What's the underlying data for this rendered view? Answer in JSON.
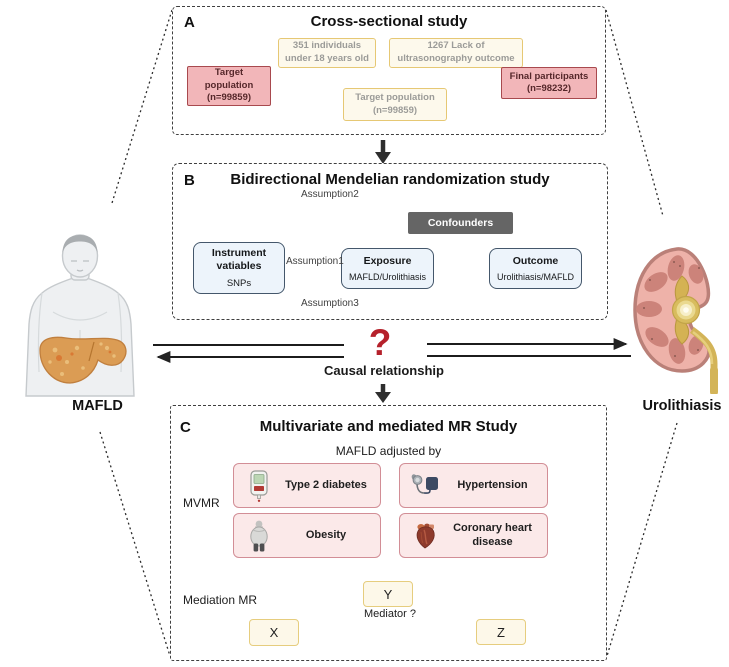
{
  "figure": {
    "left_organ_label": "MAFLD",
    "right_organ_label": "Urolithiasis",
    "question_mark": "?",
    "causal_caption": "Causal relationship"
  },
  "panel_a": {
    "letter": "A",
    "title": "Cross-sectional study",
    "target_box": "Target\npopulation\n(n=99859)",
    "exclusion_box_1": "351 individuals\nunder 18 years old",
    "exclusion_box_2": "1267 Lack of\nultrasonography outcome",
    "middle_box": "Target population\n(n=99859)",
    "final_box": "Final participants\n(n=98232)"
  },
  "panel_b": {
    "letter": "B",
    "title": "Bidirectional Mendelian randomization study",
    "instrument_title": "Instrument\nvatiables",
    "instrument_sub": "SNPs",
    "exposure_title": "Exposure",
    "exposure_sub": "MAFLD/Urolithiasis",
    "outcome_title": "Outcome",
    "outcome_sub": "Urolithiasis/MAFLD",
    "confounders": "Confounders",
    "assumption1": "Assumption1",
    "assumption2": "Assumption2",
    "assumption3": "Assumption3"
  },
  "panel_c": {
    "letter": "C",
    "title": "Multivariate and mediated MR Study",
    "subtitle": "MAFLD adjusted by",
    "mvmr_label": "MVMR",
    "mediation_label": "Mediation MR",
    "mediator_label": "Mediator ?",
    "conditions": [
      {
        "label": "Type 2 diabetes",
        "icon": "glucose-meter-icon"
      },
      {
        "label": "Hypertension",
        "icon": "blood-pressure-monitor-icon"
      },
      {
        "label": "Obesity",
        "icon": "obese-person-icon"
      },
      {
        "label": "Coronary heart disease",
        "icon": "anatomical-heart-icon"
      }
    ],
    "node_x": "X",
    "node_y": "Y",
    "node_z": "Z"
  },
  "colors": {
    "pink_box_fill": "#f2b6b9",
    "pink_box_border": "#a8494e",
    "cream_box_fill": "#fdf9ec",
    "cream_box_border": "#e6c874",
    "blue_box_fill": "#edf4fb",
    "blue_box_border": "#44576b",
    "confounders_fill": "#656565",
    "condition_fill": "#fbe9e9",
    "condition_border": "#d28e96",
    "question_red": "#b5212b",
    "arrow_orange": "#dca43c",
    "arrow_maroon": "#9a3c40",
    "red_x": "#a93a3e"
  }
}
